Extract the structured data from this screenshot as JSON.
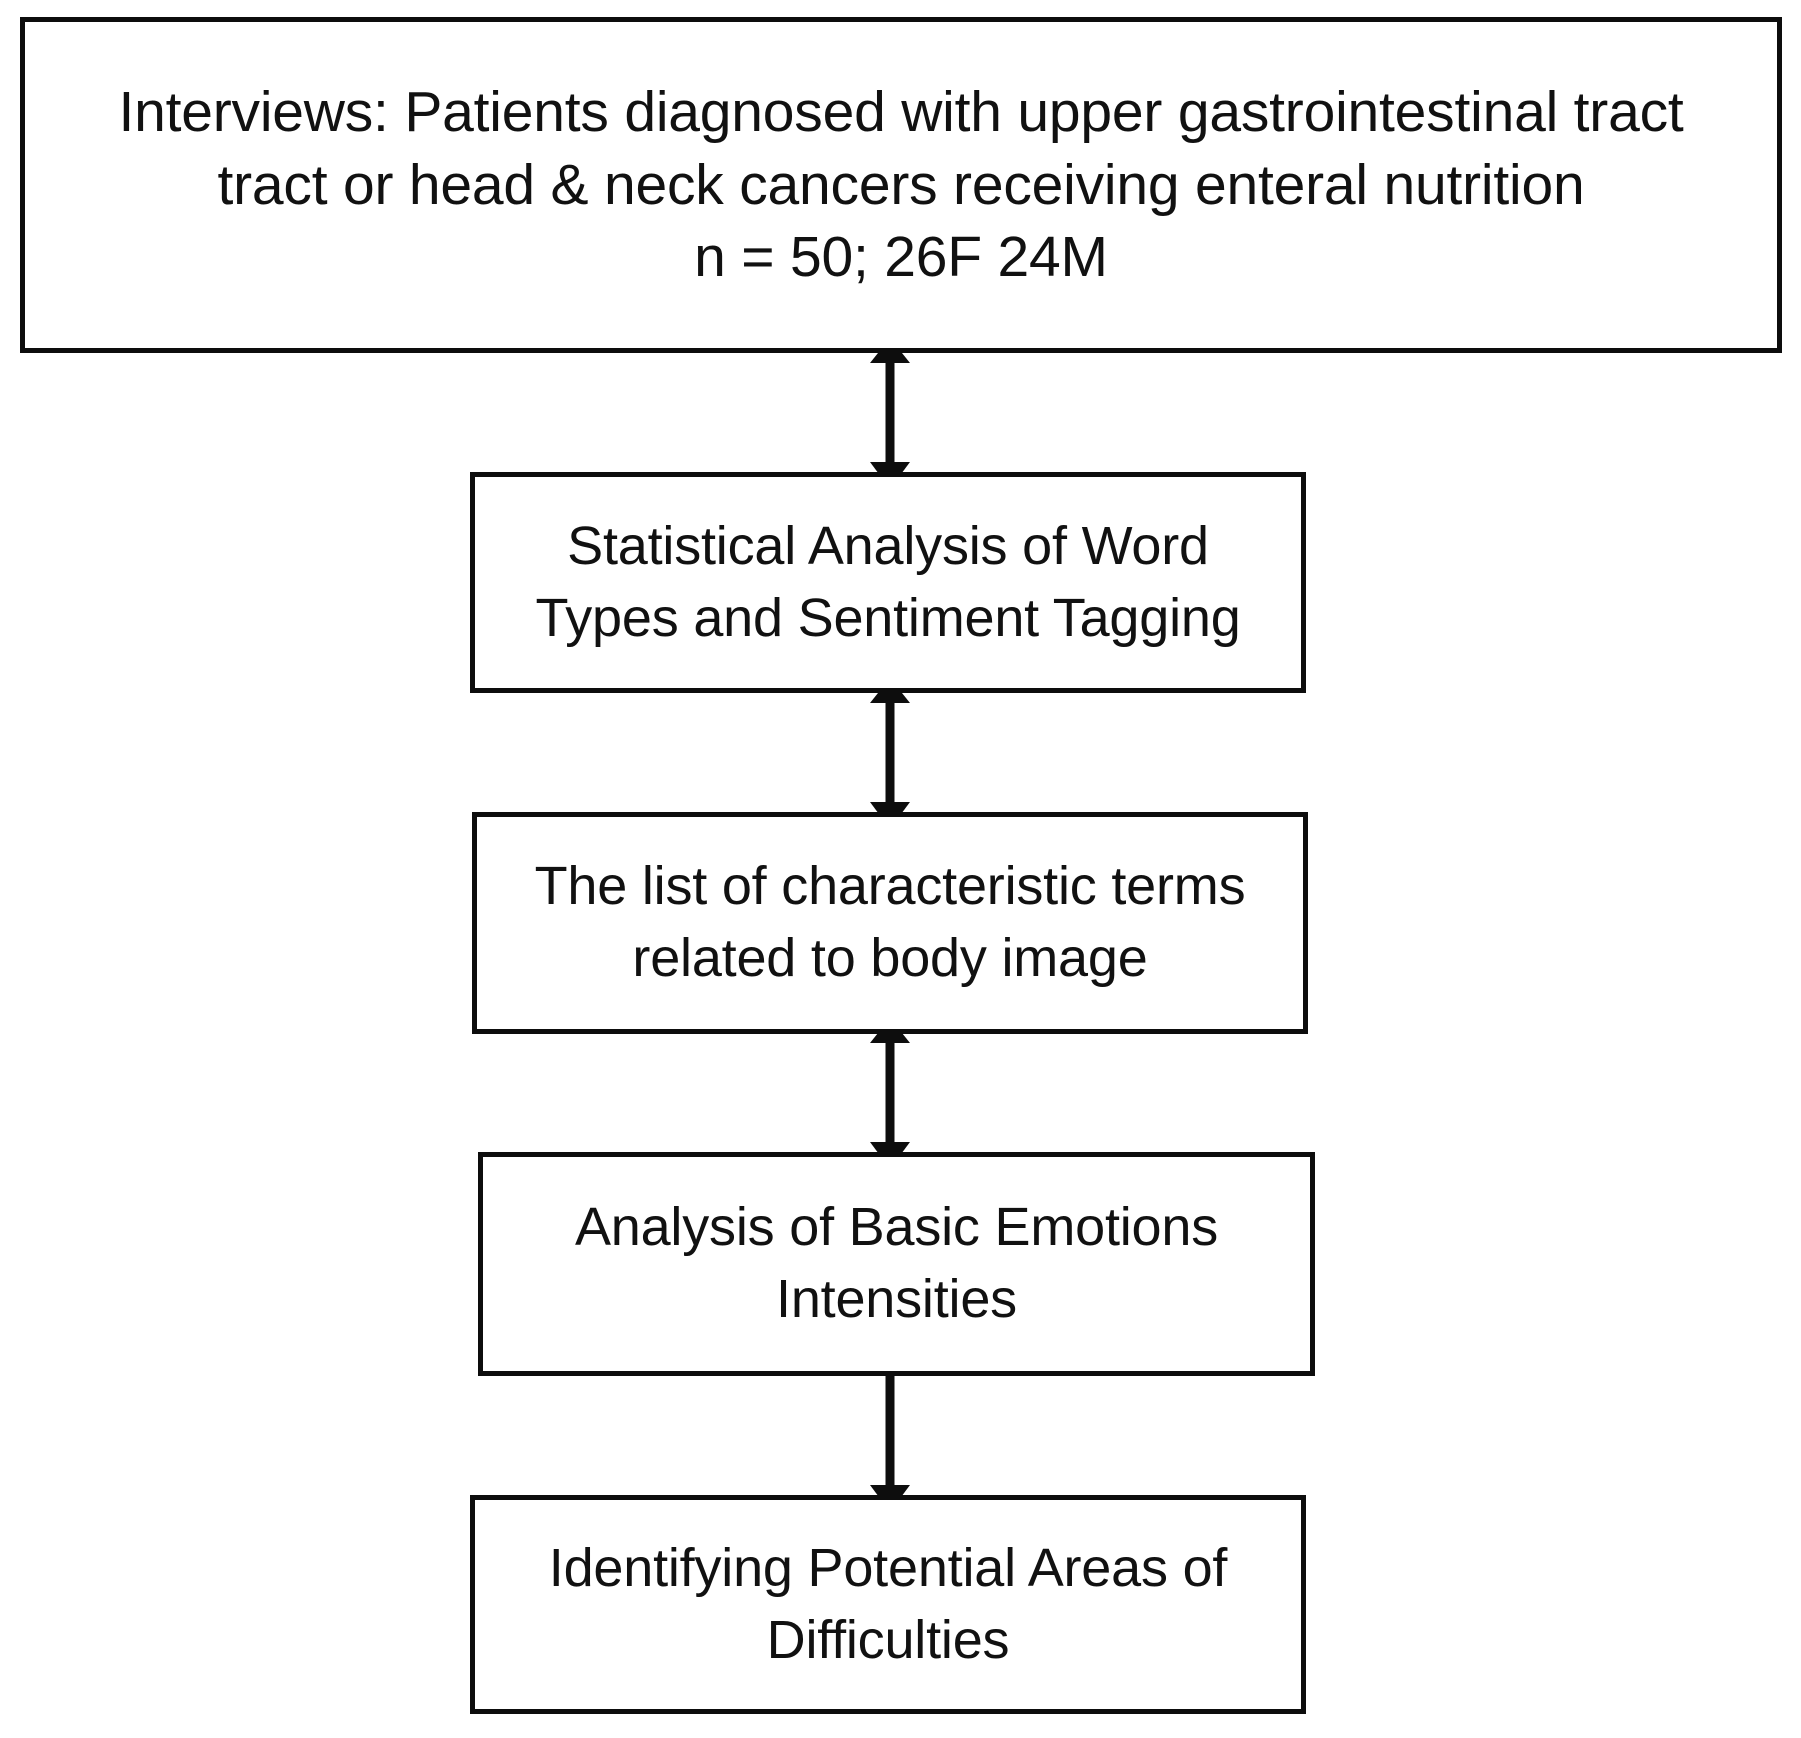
{
  "diagram": {
    "type": "flowchart",
    "orientation": "vertical",
    "title": "",
    "accent_color": "#0d0d0d",
    "background_color": "#ffffff",
    "nodes": [
      {
        "id": "interviews",
        "label": "Interviews: Patients diagnosed with upper gastrointestinal tract\ntract or head & neck cancers receiving enteral nutrition\nn = 50; 26F 24M",
        "shape": "rectangle",
        "sample_size": "n = 50",
        "female_count": "26F",
        "male_count": "24M"
      },
      {
        "id": "statistical-analysis",
        "label": "Statistical Analysis of Word\nTypes and Sentiment Tagging",
        "shape": "rectangle"
      },
      {
        "id": "term-list",
        "label": "The list of characteristic terms\nrelated to body image",
        "shape": "rectangle"
      },
      {
        "id": "basic-emotions",
        "label": "Analysis of Basic Emotions\nIntensities",
        "shape": "rectangle"
      },
      {
        "id": "difficulties",
        "label": "Identifying Potential Areas of\nDifficulties",
        "shape": "rectangle"
      }
    ],
    "connectors": [
      {
        "id": "c1",
        "from": "interviews",
        "to": "statistical-analysis",
        "style": "solid-arrow",
        "label": ""
      },
      {
        "id": "c2",
        "from": "statistical-analysis",
        "to": "term-list",
        "style": "solid-arrow",
        "label": ""
      },
      {
        "id": "c3",
        "from": "term-list",
        "to": "basic-emotions",
        "style": "solid-arrow",
        "label": ""
      },
      {
        "id": "c4",
        "from": "basic-emotions",
        "to": "difficulties",
        "style": "solid-arrow",
        "label": ""
      }
    ]
  }
}
